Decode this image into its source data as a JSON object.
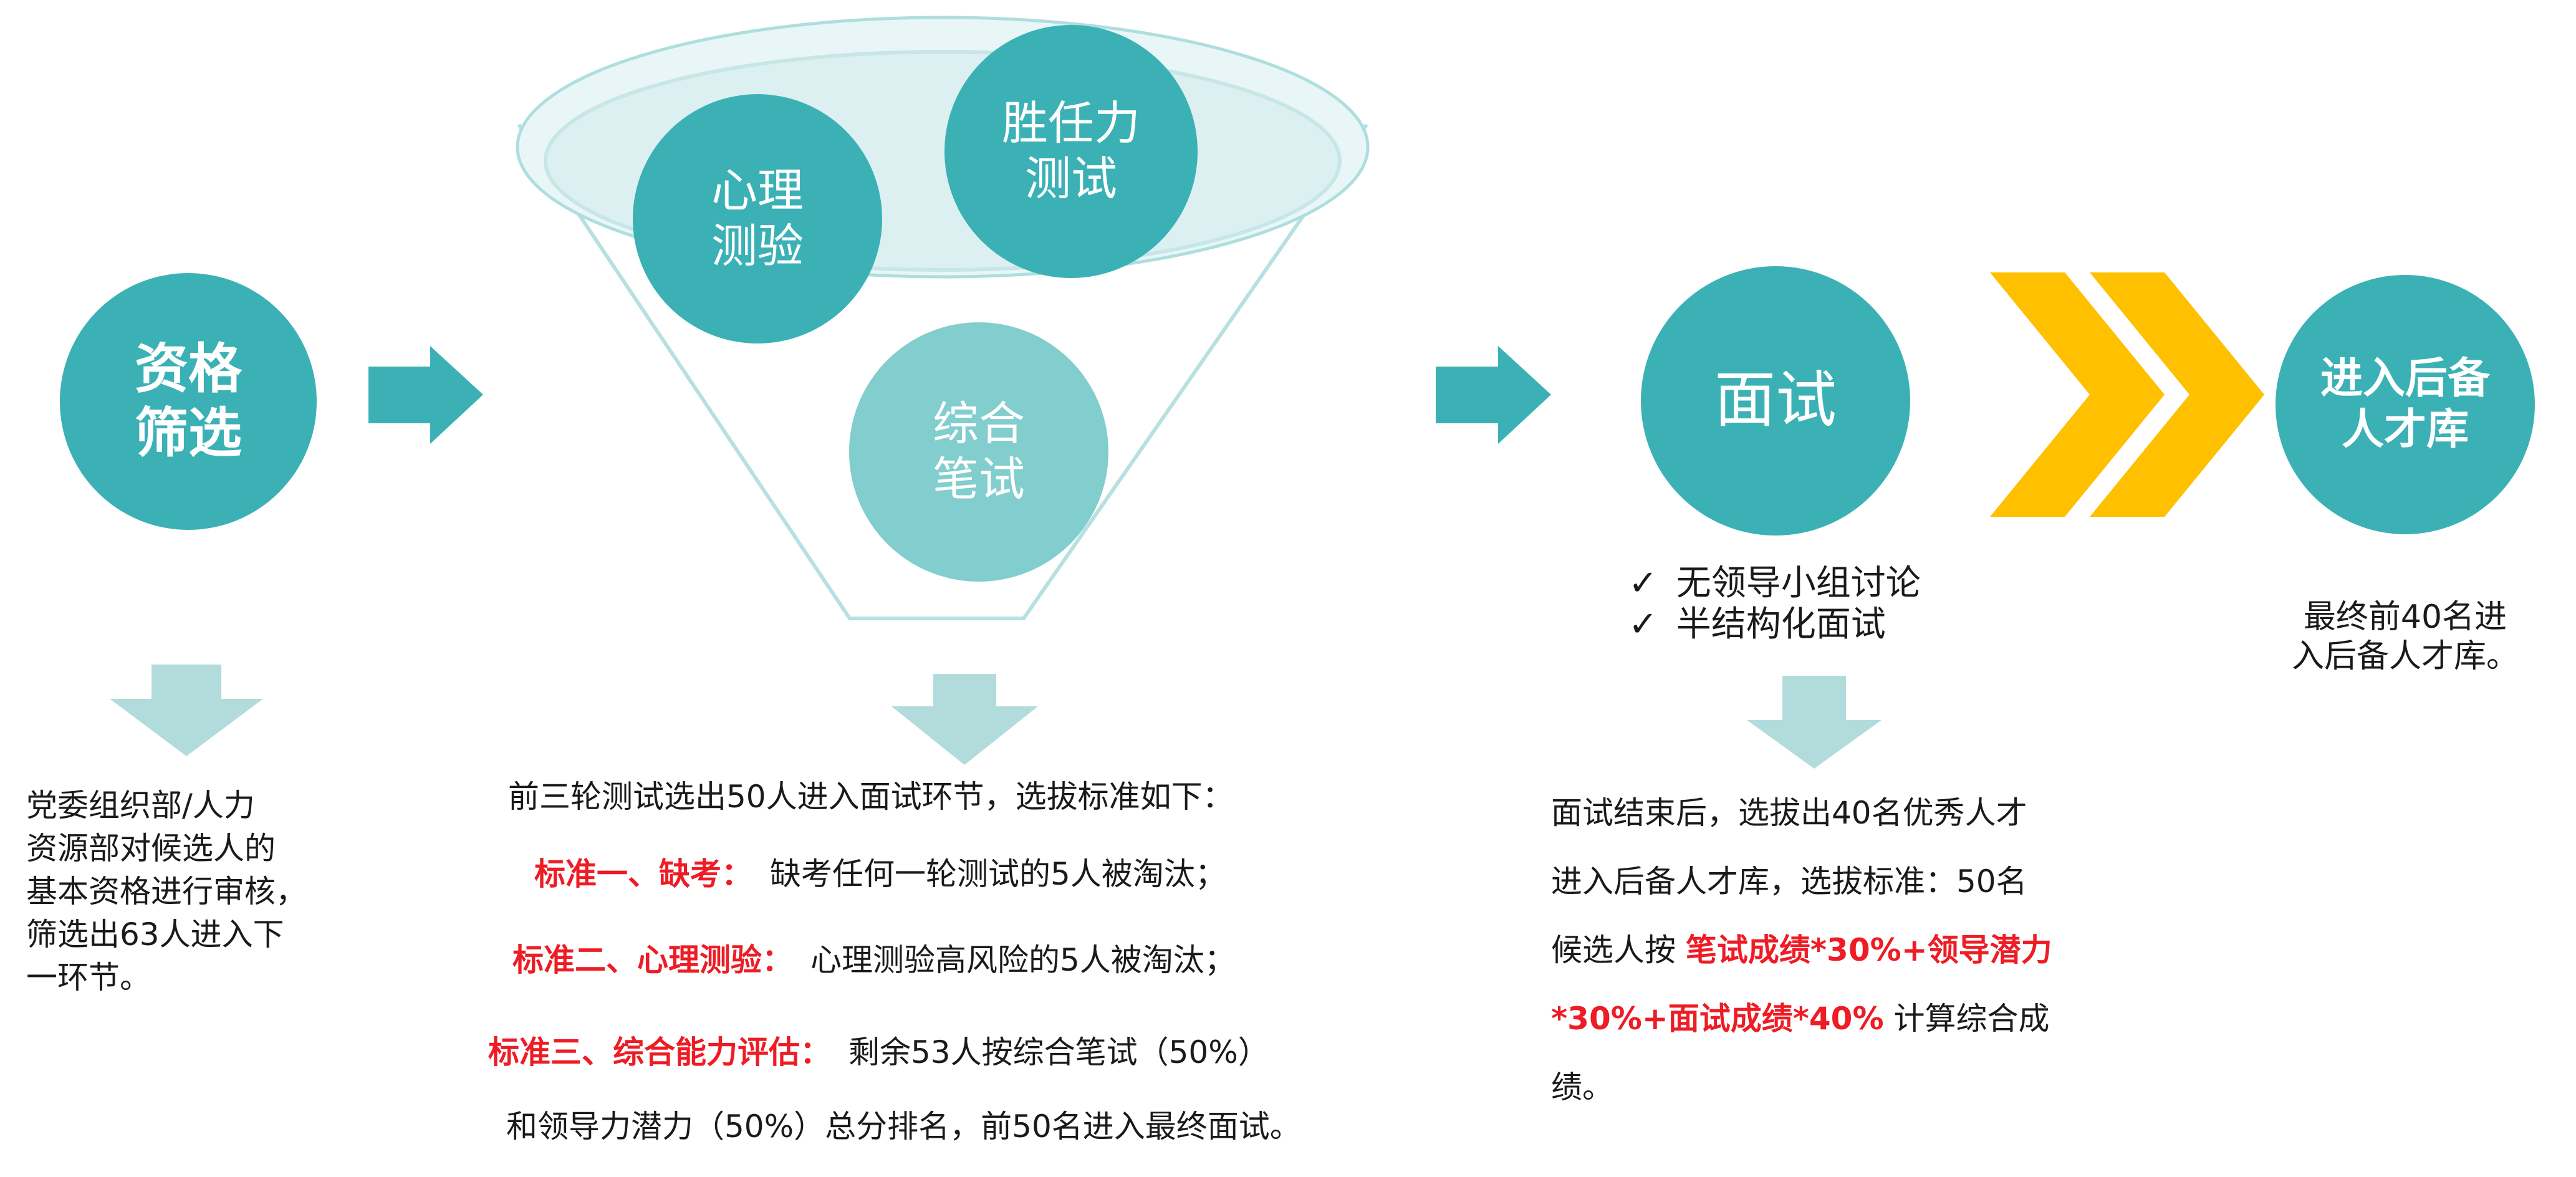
{
  "colors": {
    "teal": "#3bb1b6",
    "teal_light": "#82cdcd",
    "arrow_light": "#b2dcdc",
    "chevron": "#ffc000",
    "highlight_red": "#ee1c25"
  },
  "stages": {
    "qualification": [
      "资格",
      "筛选"
    ],
    "psych_test": [
      "心理",
      "测验"
    ],
    "competency_test": [
      "胜任力",
      "测试"
    ],
    "written_test": [
      "综合",
      "笔试"
    ],
    "interview": [
      "面试"
    ],
    "reserve_pool": [
      "进入后备",
      "人才库"
    ]
  },
  "interview_methods": [
    {
      "icon": "checkmark-icon",
      "label": "无领导小组讨论"
    },
    {
      "icon": "checkmark-icon",
      "label": "半结构化面试"
    }
  ],
  "check_glyph": "✓",
  "final_note": [
    "最终前40名进",
    "入后备人才库。"
  ],
  "qualification_desc": [
    "党委组织部/人力",
    "资源部对候选人的",
    "基本资格进行审核，",
    "筛选出63人进入下",
    "一环节。"
  ],
  "test_criteria": {
    "intro": "前三轮测试选出50人进入面试环节，选拔标准如下：",
    "items": [
      {
        "label": "标准一、缺考：",
        "text": "缺考任何一轮测试的5人被淘汰；"
      },
      {
        "label": "标准二、心理测验：",
        "text": "心理测验高风险的5人被淘汰；"
      },
      {
        "label": "标准三、综合能力评估：",
        "text": "剩余53人按综合笔试（50%）"
      }
    ],
    "continuation": "和领导力潜力（50%）总分排名，前50名进入最终面试。"
  },
  "interview_criteria": {
    "line1": "面试结束后，选拔出40名优秀人才",
    "line2": "进入后备人才库，选拔标准：50名",
    "line3_prefix": "候选人按 ",
    "line3_red": "笔试成绩*30%+领导潜力",
    "line4_red": "*30%+面试成绩*40%",
    "line4_suffix": " 计算综合成",
    "line5": "绩。"
  }
}
